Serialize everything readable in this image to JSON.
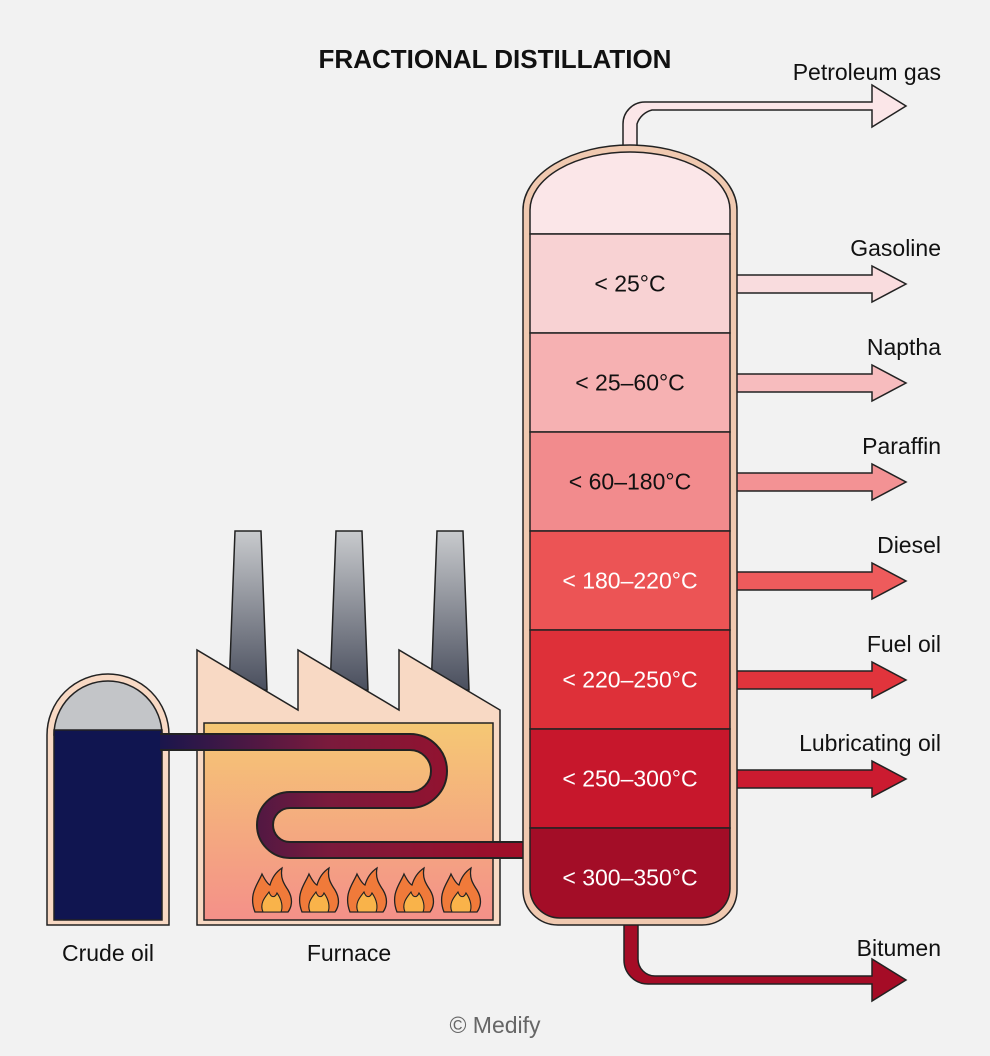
{
  "title": "FRACTIONAL DISTILLATION",
  "credit": "© Medify",
  "crude_label": "Crude oil",
  "furnace_label": "Furnace",
  "top_output": {
    "label": "Petroleum gas",
    "color": "#fbe6e8"
  },
  "fractions": [
    {
      "temp": "< 25°C",
      "output": "Gasoline",
      "fill": "#f8d2d3",
      "arrow": "#f9dcde",
      "text_color": "#111111"
    },
    {
      "temp": "< 25–60°C",
      "output": "Naptha",
      "fill": "#f6b1b2",
      "arrow": "#f7bcbe",
      "text_color": "#111111"
    },
    {
      "temp": "< 60–180°C",
      "output": "Paraffin",
      "fill": "#f28b8d",
      "arrow": "#f39294",
      "text_color": "#111111"
    },
    {
      "temp": "< 180–220°C",
      "output": "Diesel",
      "fill": "#ec5455",
      "arrow": "#ee5b5c",
      "text_color": "#ffffff"
    },
    {
      "temp": "< 220–250°C",
      "output": "Fuel oil",
      "fill": "#de3039",
      "arrow": "#e1343c",
      "text_color": "#ffffff"
    },
    {
      "temp": "< 250–300°C",
      "output": "Lubricating oil",
      "fill": "#c7172c",
      "arrow": "#cb1b30",
      "text_color": "#ffffff"
    },
    {
      "temp": "< 300–350°C",
      "output": "Bitumen",
      "fill": "#a30d27",
      "arrow": "#a50c26",
      "text_color": "#ffffff"
    }
  ],
  "colors": {
    "outline": "#f0c9b0",
    "stroke": "#222222",
    "crude": "#101550",
    "dome": "#c3c5c8",
    "factory": "#f8d9c4",
    "flame_outer": "#f07a3a",
    "flame_inner": "#f9b34a"
  }
}
